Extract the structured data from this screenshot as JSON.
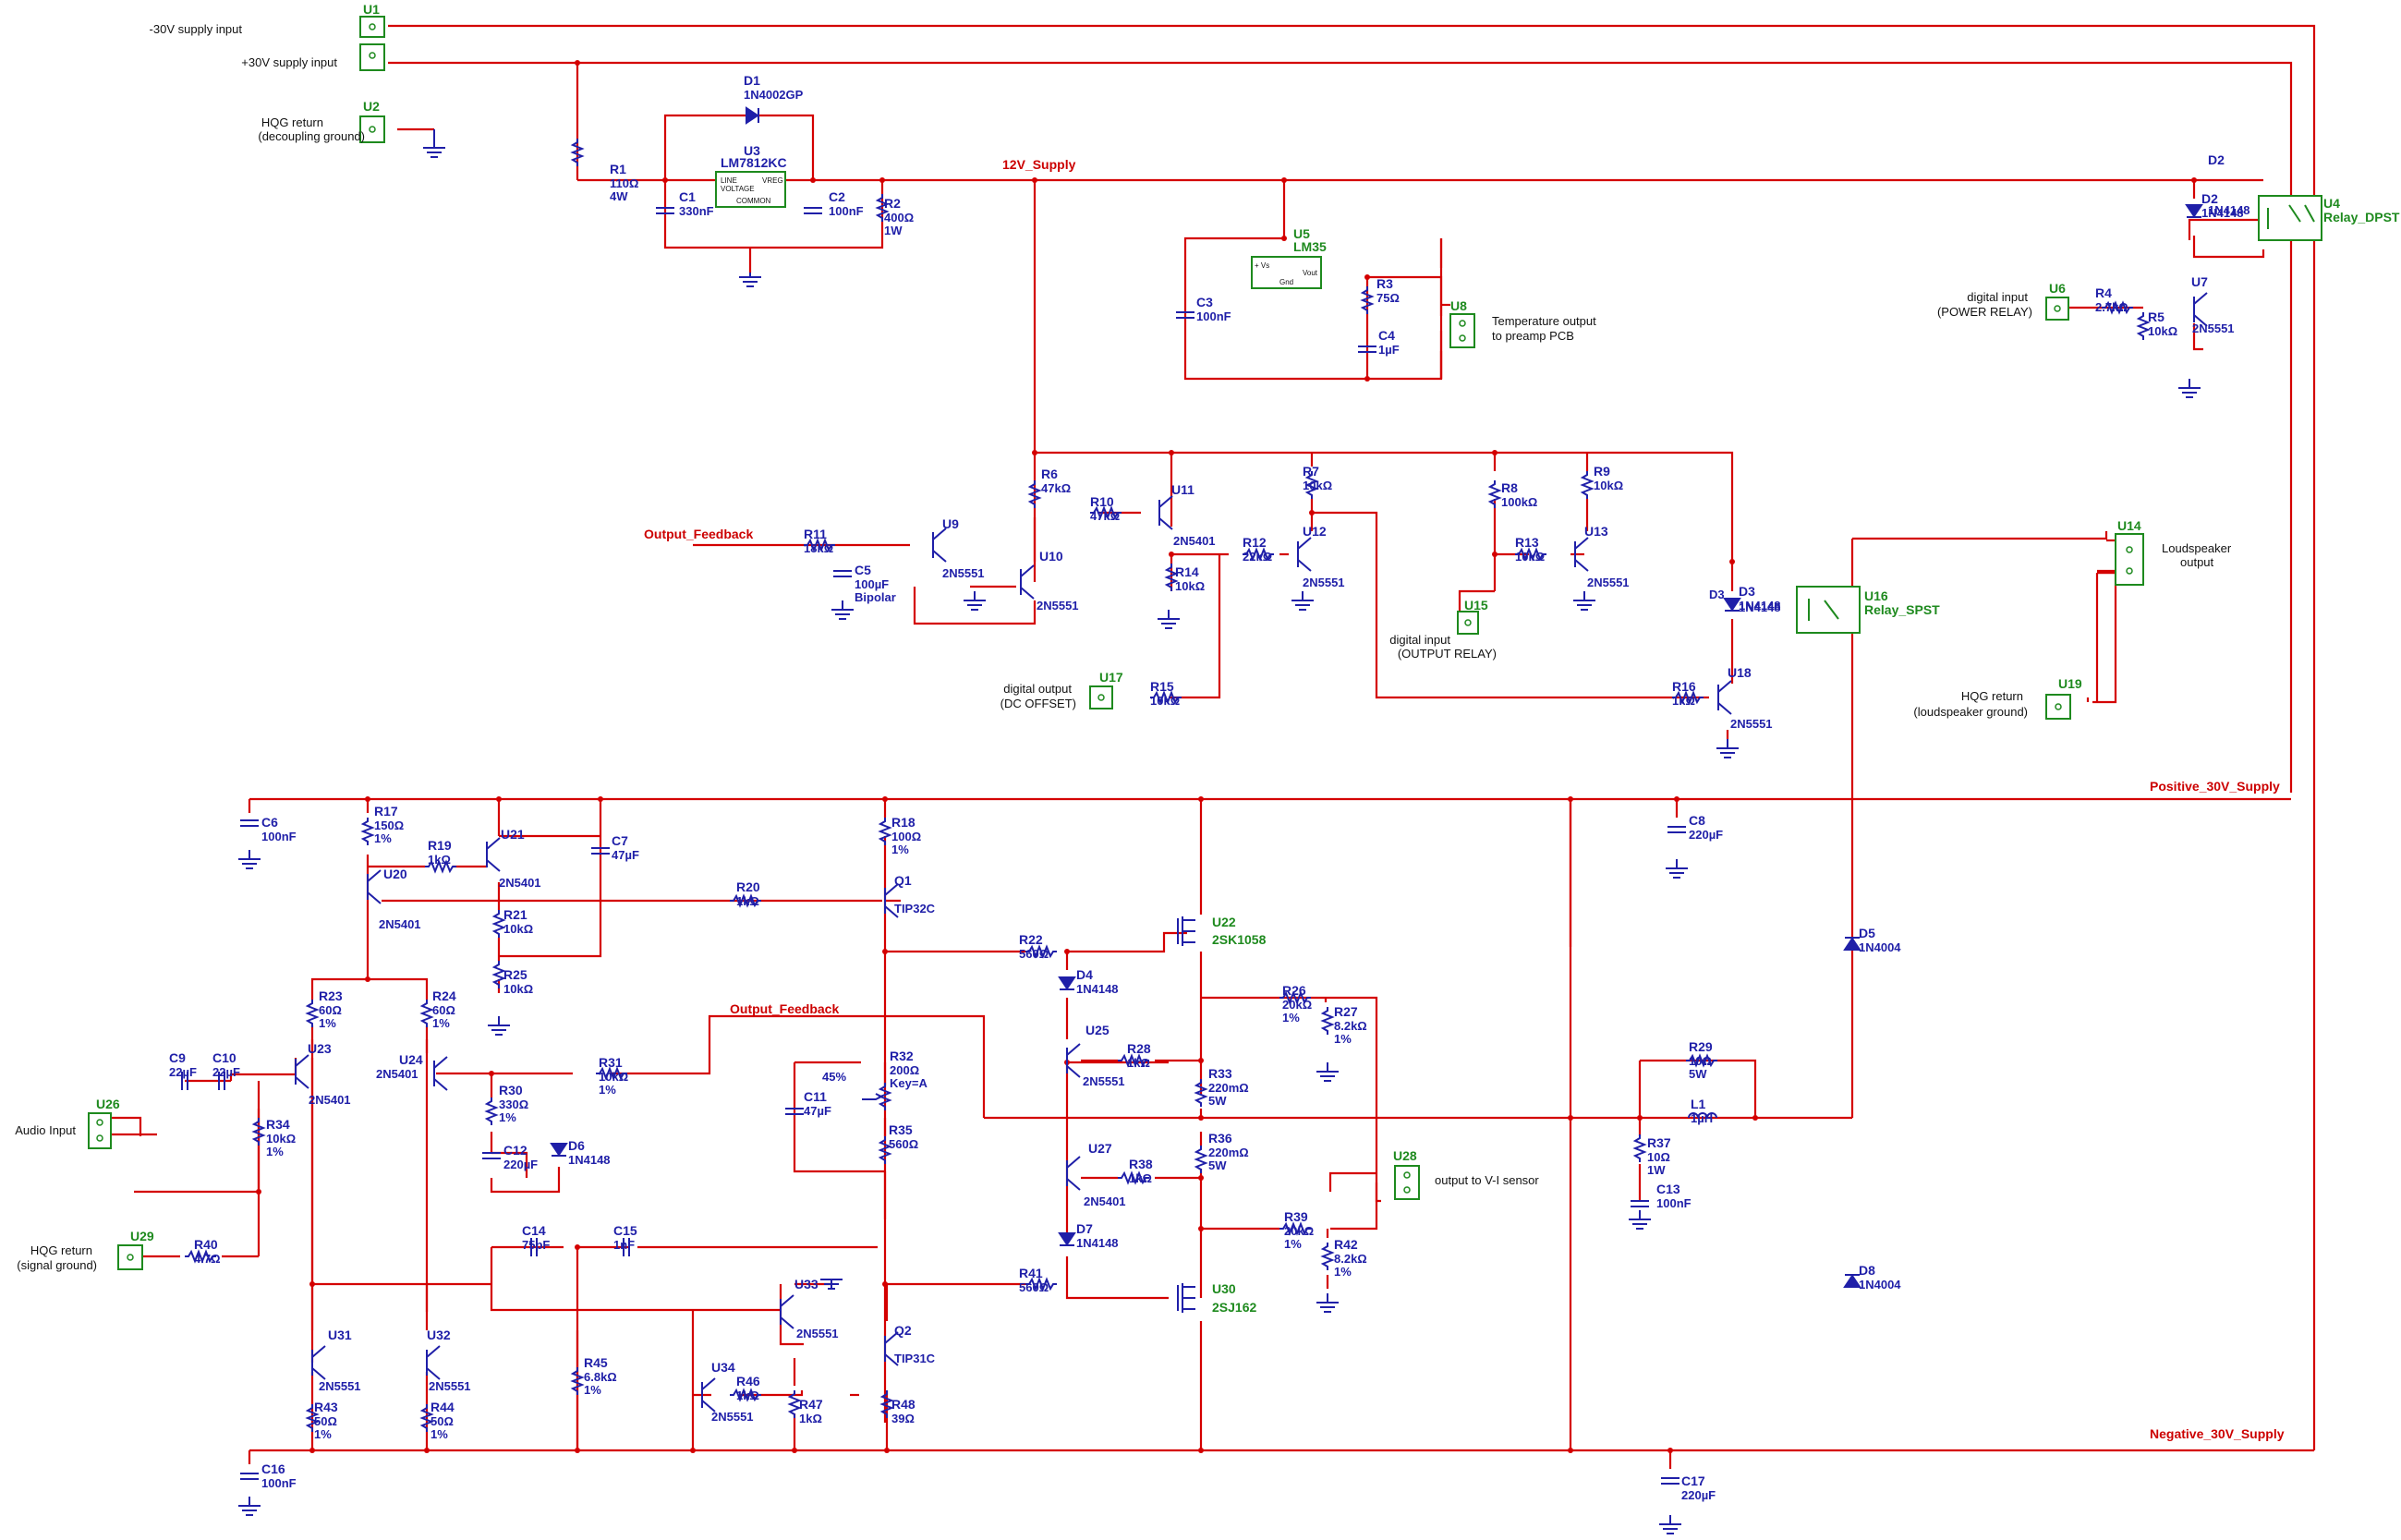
{
  "colors": {
    "wire": "#d40000",
    "component": "#1f1fa8",
    "connector": "#1e8a1e",
    "net_label": "#cc0000",
    "background": "#ffffff"
  },
  "net_labels": {
    "supply12": "12V_Supply",
    "feedback_top": "Output_Feedback",
    "feedback_bottom": "Output_Feedback",
    "pos30": "Positive_30V_Supply",
    "neg30": "Negative_30V_Supply"
  },
  "connectors": [
    {
      "ref": "U1",
      "lines": [
        "-30V supply input",
        "+30V supply input"
      ]
    },
    {
      "ref": "U2",
      "lines": [
        "HQG return",
        "(decoupling ground)"
      ]
    },
    {
      "ref": "U8",
      "lines": [
        "Temperature output",
        "to preamp PCB"
      ]
    },
    {
      "ref": "U6",
      "lines": [
        "digital input",
        "(POWER RELAY)"
      ]
    },
    {
      "ref": "U14",
      "lines": [
        "Loudspeaker",
        "output"
      ]
    },
    {
      "ref": "U15",
      "lines": [
        "digital input",
        "(OUTPUT RELAY)"
      ]
    },
    {
      "ref": "U17",
      "lines": [
        "digital output",
        "(DC OFFSET)"
      ]
    },
    {
      "ref": "U19",
      "lines": [
        "HQG return",
        "(loudspeaker ground)"
      ]
    },
    {
      "ref": "U26",
      "lines": [
        "Audio Input"
      ]
    },
    {
      "ref": "U28",
      "lines": [
        "output to V-I sensor"
      ]
    },
    {
      "ref": "U29",
      "lines": [
        "HQG return",
        "(signal ground)"
      ]
    }
  ],
  "components": {
    "U3": {
      "ref": "U3",
      "value": "LM7812KC",
      "pins": [
        "LINE",
        "VOLTAGE",
        "VREG",
        "COMMON"
      ]
    },
    "U5": {
      "ref": "U5",
      "value": "LM35",
      "pins": [
        "+ Vs",
        "Vout",
        "Gnd"
      ]
    },
    "U4": {
      "ref": "U4",
      "value": "Relay_DPST"
    },
    "U16": {
      "ref": "U16",
      "value": "Relay_SPST"
    },
    "D1": {
      "ref": "D1",
      "value": "1N4002GP"
    },
    "D2": {
      "ref": "D2",
      "value": "1N4148"
    },
    "D3": {
      "ref": "D3",
      "value": "1N4148"
    },
    "D4": {
      "ref": "D4",
      "value": "1N4148"
    },
    "D5": {
      "ref": "D5",
      "value": "1N4004"
    },
    "D6": {
      "ref": "D6",
      "value": "1N4148"
    },
    "D7": {
      "ref": "D7",
      "value": "1N4148"
    },
    "D8": {
      "ref": "D8",
      "value": "1N4004"
    },
    "R1": {
      "ref": "R1",
      "value": "110Ω",
      "extra": "4W"
    },
    "R2": {
      "ref": "R2",
      "value": "400Ω",
      "extra": "1W"
    },
    "R3": {
      "ref": "R3",
      "value": "75Ω"
    },
    "R4": {
      "ref": "R4",
      "value": "2.7kΩ"
    },
    "R5": {
      "ref": "R5",
      "value": "10kΩ"
    },
    "R6": {
      "ref": "R6",
      "value": "47kΩ"
    },
    "R7": {
      "ref": "R7",
      "value": "10kΩ"
    },
    "R8": {
      "ref": "R8",
      "value": "100kΩ"
    },
    "R9": {
      "ref": "R9",
      "value": "10kΩ"
    },
    "R10": {
      "ref": "R10",
      "value": "47kΩ"
    },
    "R11": {
      "ref": "R11",
      "value": "18kΩ"
    },
    "R12": {
      "ref": "R12",
      "value": "22kΩ"
    },
    "R13": {
      "ref": "R13",
      "value": "10kΩ"
    },
    "R14": {
      "ref": "R14",
      "value": "10kΩ"
    },
    "R15": {
      "ref": "R15",
      "value": "10kΩ"
    },
    "R16": {
      "ref": "R16",
      "value": "1kΩ"
    },
    "R17": {
      "ref": "R17",
      "value": "150Ω",
      "extra": "1%"
    },
    "R18": {
      "ref": "R18",
      "value": "100Ω",
      "extra": "1%"
    },
    "R19": {
      "ref": "R19",
      "value": "1kΩ"
    },
    "R20": {
      "ref": "R20",
      "value": "1kΩ"
    },
    "R21": {
      "ref": "R21",
      "value": "10kΩ"
    },
    "R22": {
      "ref": "R22",
      "value": "560Ω"
    },
    "R23": {
      "ref": "R23",
      "value": "60Ω",
      "extra": "1%"
    },
    "R24": {
      "ref": "R24",
      "value": "60Ω",
      "extra": "1%"
    },
    "R25": {
      "ref": "R25",
      "value": "10kΩ"
    },
    "R26": {
      "ref": "R26",
      "value": "20kΩ",
      "extra": "1%"
    },
    "R27": {
      "ref": "R27",
      "value": "8.2kΩ",
      "extra": "1%"
    },
    "R28": {
      "ref": "R28",
      "value": "1kΩ"
    },
    "R29": {
      "ref": "R29",
      "value": "10Ω",
      "extra": "5W"
    },
    "R30": {
      "ref": "R30",
      "value": "330Ω",
      "extra": "1%"
    },
    "R31": {
      "ref": "R31",
      "value": "10kΩ",
      "extra": "1%"
    },
    "R32": {
      "ref": "R32",
      "value": "200Ω",
      "extra": "Key=A",
      "extra2": "45%"
    },
    "R33": {
      "ref": "R33",
      "value": "220mΩ",
      "extra": "5W"
    },
    "R34": {
      "ref": "R34",
      "value": "10kΩ",
      "extra": "1%"
    },
    "R35": {
      "ref": "R35",
      "value": "560Ω"
    },
    "R36": {
      "ref": "R36",
      "value": "220mΩ",
      "extra": "5W"
    },
    "R37": {
      "ref": "R37",
      "value": "10Ω",
      "extra": "1W"
    },
    "R38": {
      "ref": "R38",
      "value": "1kΩ"
    },
    "R39": {
      "ref": "R39",
      "value": "20kΩ",
      "extra": "1%"
    },
    "R40": {
      "ref": "R40",
      "value": "4.7Ω"
    },
    "R41": {
      "ref": "R41",
      "value": "560Ω"
    },
    "R42": {
      "ref": "R42",
      "value": "8.2kΩ",
      "extra": "1%"
    },
    "R43": {
      "ref": "R43",
      "value": "50Ω",
      "extra": "1%"
    },
    "R44": {
      "ref": "R44",
      "value": "50Ω",
      "extra": "1%"
    },
    "R45": {
      "ref": "R45",
      "value": "6.8kΩ",
      "extra": "1%"
    },
    "R46": {
      "ref": "R46",
      "value": "1kΩ"
    },
    "R47": {
      "ref": "R47",
      "value": "1kΩ"
    },
    "R48": {
      "ref": "R48",
      "value": "39Ω"
    },
    "C1": {
      "ref": "C1",
      "value": "330nF"
    },
    "C2": {
      "ref": "C2",
      "value": "100nF"
    },
    "C3": {
      "ref": "C3",
      "value": "100nF"
    },
    "C4": {
      "ref": "C4",
      "value": "1µF"
    },
    "C5": {
      "ref": "C5",
      "value": "100µF",
      "extra": "Bipolar"
    },
    "C6": {
      "ref": "C6",
      "value": "100nF"
    },
    "C7": {
      "ref": "C7",
      "value": "47µF"
    },
    "C8": {
      "ref": "C8",
      "value": "220µF"
    },
    "C9": {
      "ref": "C9",
      "value": "22µF"
    },
    "C10": {
      "ref": "C10",
      "value": "22µF"
    },
    "C11": {
      "ref": "C11",
      "value": "47µF"
    },
    "C12": {
      "ref": "C12",
      "value": "220µF"
    },
    "C13": {
      "ref": "C13",
      "value": "100nF"
    },
    "C14": {
      "ref": "C14",
      "value": "75pF"
    },
    "C15": {
      "ref": "C15",
      "value": "1nF"
    },
    "C16": {
      "ref": "C16",
      "value": "100nF"
    },
    "C17": {
      "ref": "C17",
      "value": "220µF"
    },
    "L1": {
      "ref": "L1",
      "value": "1µH"
    },
    "U7": {
      "ref": "U7",
      "value": "2N5551"
    },
    "U9": {
      "ref": "U9",
      "value": "2N5551"
    },
    "U10": {
      "ref": "U10",
      "value": "2N5551"
    },
    "U11": {
      "ref": "U11",
      "value": "2N5401"
    },
    "U12": {
      "ref": "U12",
      "value": "2N5551"
    },
    "U13": {
      "ref": "U13",
      "value": "2N5551"
    },
    "U18": {
      "ref": "U18",
      "value": "2N5551"
    },
    "U20": {
      "ref": "U20",
      "value": "2N5401"
    },
    "U21": {
      "ref": "U21",
      "value": "2N5401"
    },
    "U22": {
      "ref": "U22",
      "value": "2SK1058"
    },
    "U23": {
      "ref": "U23",
      "value": "2N5401"
    },
    "U24": {
      "ref": "U24",
      "value": "2N5401"
    },
    "U25": {
      "ref": "U25",
      "value": "2N5551"
    },
    "U27": {
      "ref": "U27",
      "value": "2N5401"
    },
    "U30": {
      "ref": "U30",
      "value": "2SJ162"
    },
    "U31": {
      "ref": "U31",
      "value": "2N5551"
    },
    "U32": {
      "ref": "U32",
      "value": "2N5551"
    },
    "U33": {
      "ref": "U33",
      "value": "2N5551"
    },
    "U34": {
      "ref": "U34",
      "value": "2N5551"
    },
    "Q1": {
      "ref": "Q1",
      "value": "TIP32C"
    },
    "Q2": {
      "ref": "Q2",
      "value": "TIP31C"
    }
  }
}
